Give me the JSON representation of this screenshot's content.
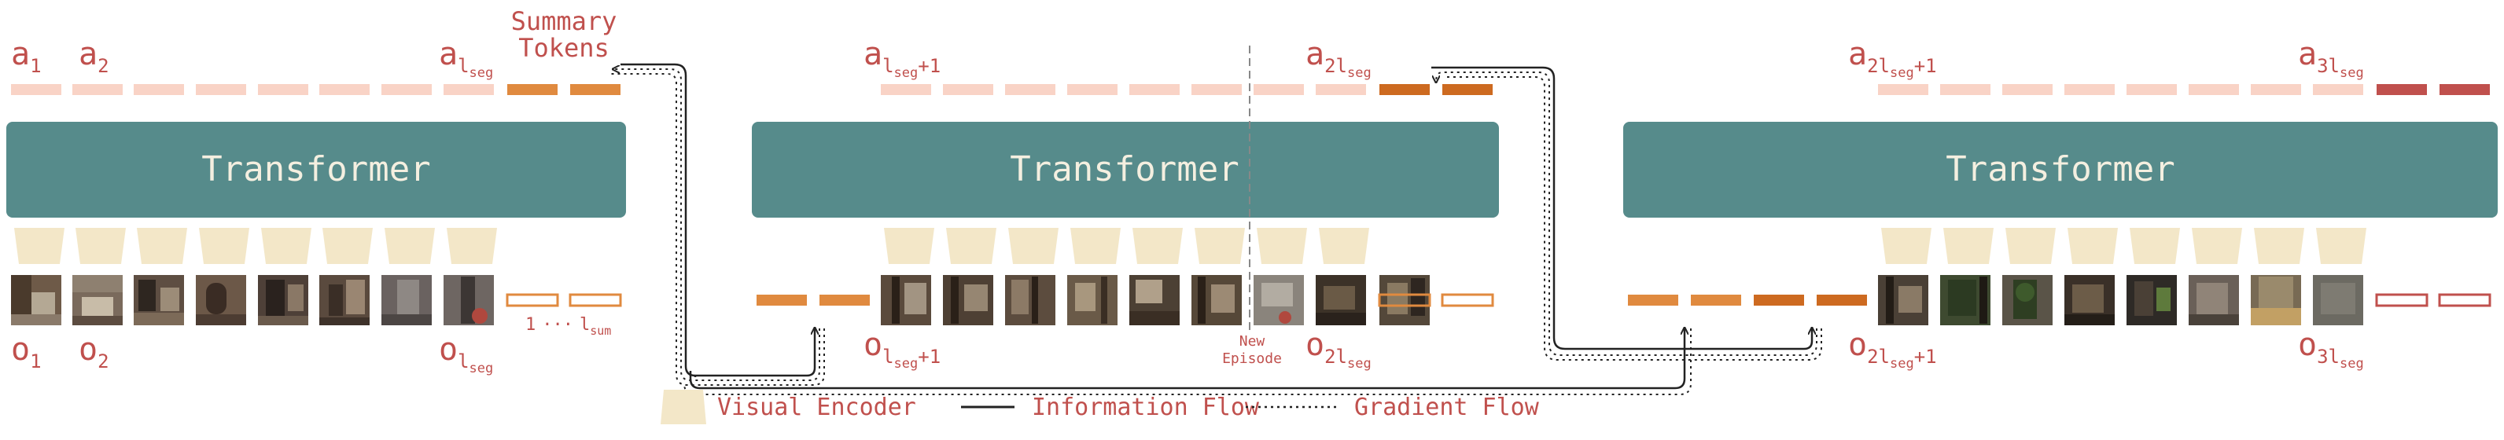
{
  "colors": {
    "transformer": "#568b8b",
    "token_light": "#f9d3c6",
    "token_summary": "#e08a3f",
    "token_summary_dark": "#cd6a20",
    "token_red": "#c0504d",
    "encoder": "#f3e7c8",
    "label": "#c0504d"
  },
  "blocks": {
    "transformer_title": "Transformer"
  },
  "summary_label": {
    "line1": "Summary",
    "line2": "Tokens"
  },
  "segments": [
    {
      "top_labels": [
        {
          "base": "a",
          "sub": "1",
          "subsub": ""
        },
        {
          "base": "a",
          "sub": "2",
          "subsub": ""
        },
        {
          "base": "a",
          "sub": "l",
          "subsub": "seg"
        }
      ],
      "bottom_labels": [
        {
          "base": "o",
          "sub": "1",
          "subsub": ""
        },
        {
          "base": "o",
          "sub": "2",
          "subsub": ""
        },
        {
          "base": "o",
          "sub": "l",
          "subsub": "seg"
        }
      ],
      "sum_range_label": {
        "start": "1",
        "dots": "···",
        "end_base": "l",
        "end_sub": "sum"
      }
    },
    {
      "top_labels": [
        {
          "base": "a",
          "sub": "l",
          "subsub": "seg",
          "suffix": "+1"
        },
        {
          "base": "a",
          "sub": "2l",
          "subsub": "seg"
        }
      ],
      "bottom_labels": [
        {
          "base": "o",
          "sub": "l",
          "subsub": "seg",
          "suffix": "+1"
        },
        {
          "base": "o",
          "sub": "2l",
          "subsub": "seg"
        }
      ],
      "new_episode": {
        "line1": "New",
        "line2": "Episode"
      }
    },
    {
      "top_labels": [
        {
          "base": "a",
          "sub": "2l",
          "subsub": "seg",
          "suffix": "+1"
        },
        {
          "base": "a",
          "sub": "3l",
          "subsub": "seg"
        }
      ],
      "bottom_labels": [
        {
          "base": "o",
          "sub": "2l",
          "subsub": "seg",
          "suffix": "+1"
        },
        {
          "base": "o",
          "sub": "3l",
          "subsub": "seg"
        }
      ]
    }
  ],
  "legend": {
    "visual_encoder": "Visual Encoder",
    "information_flow": "Information Flow",
    "gradient_flow": "Gradient Flow"
  }
}
